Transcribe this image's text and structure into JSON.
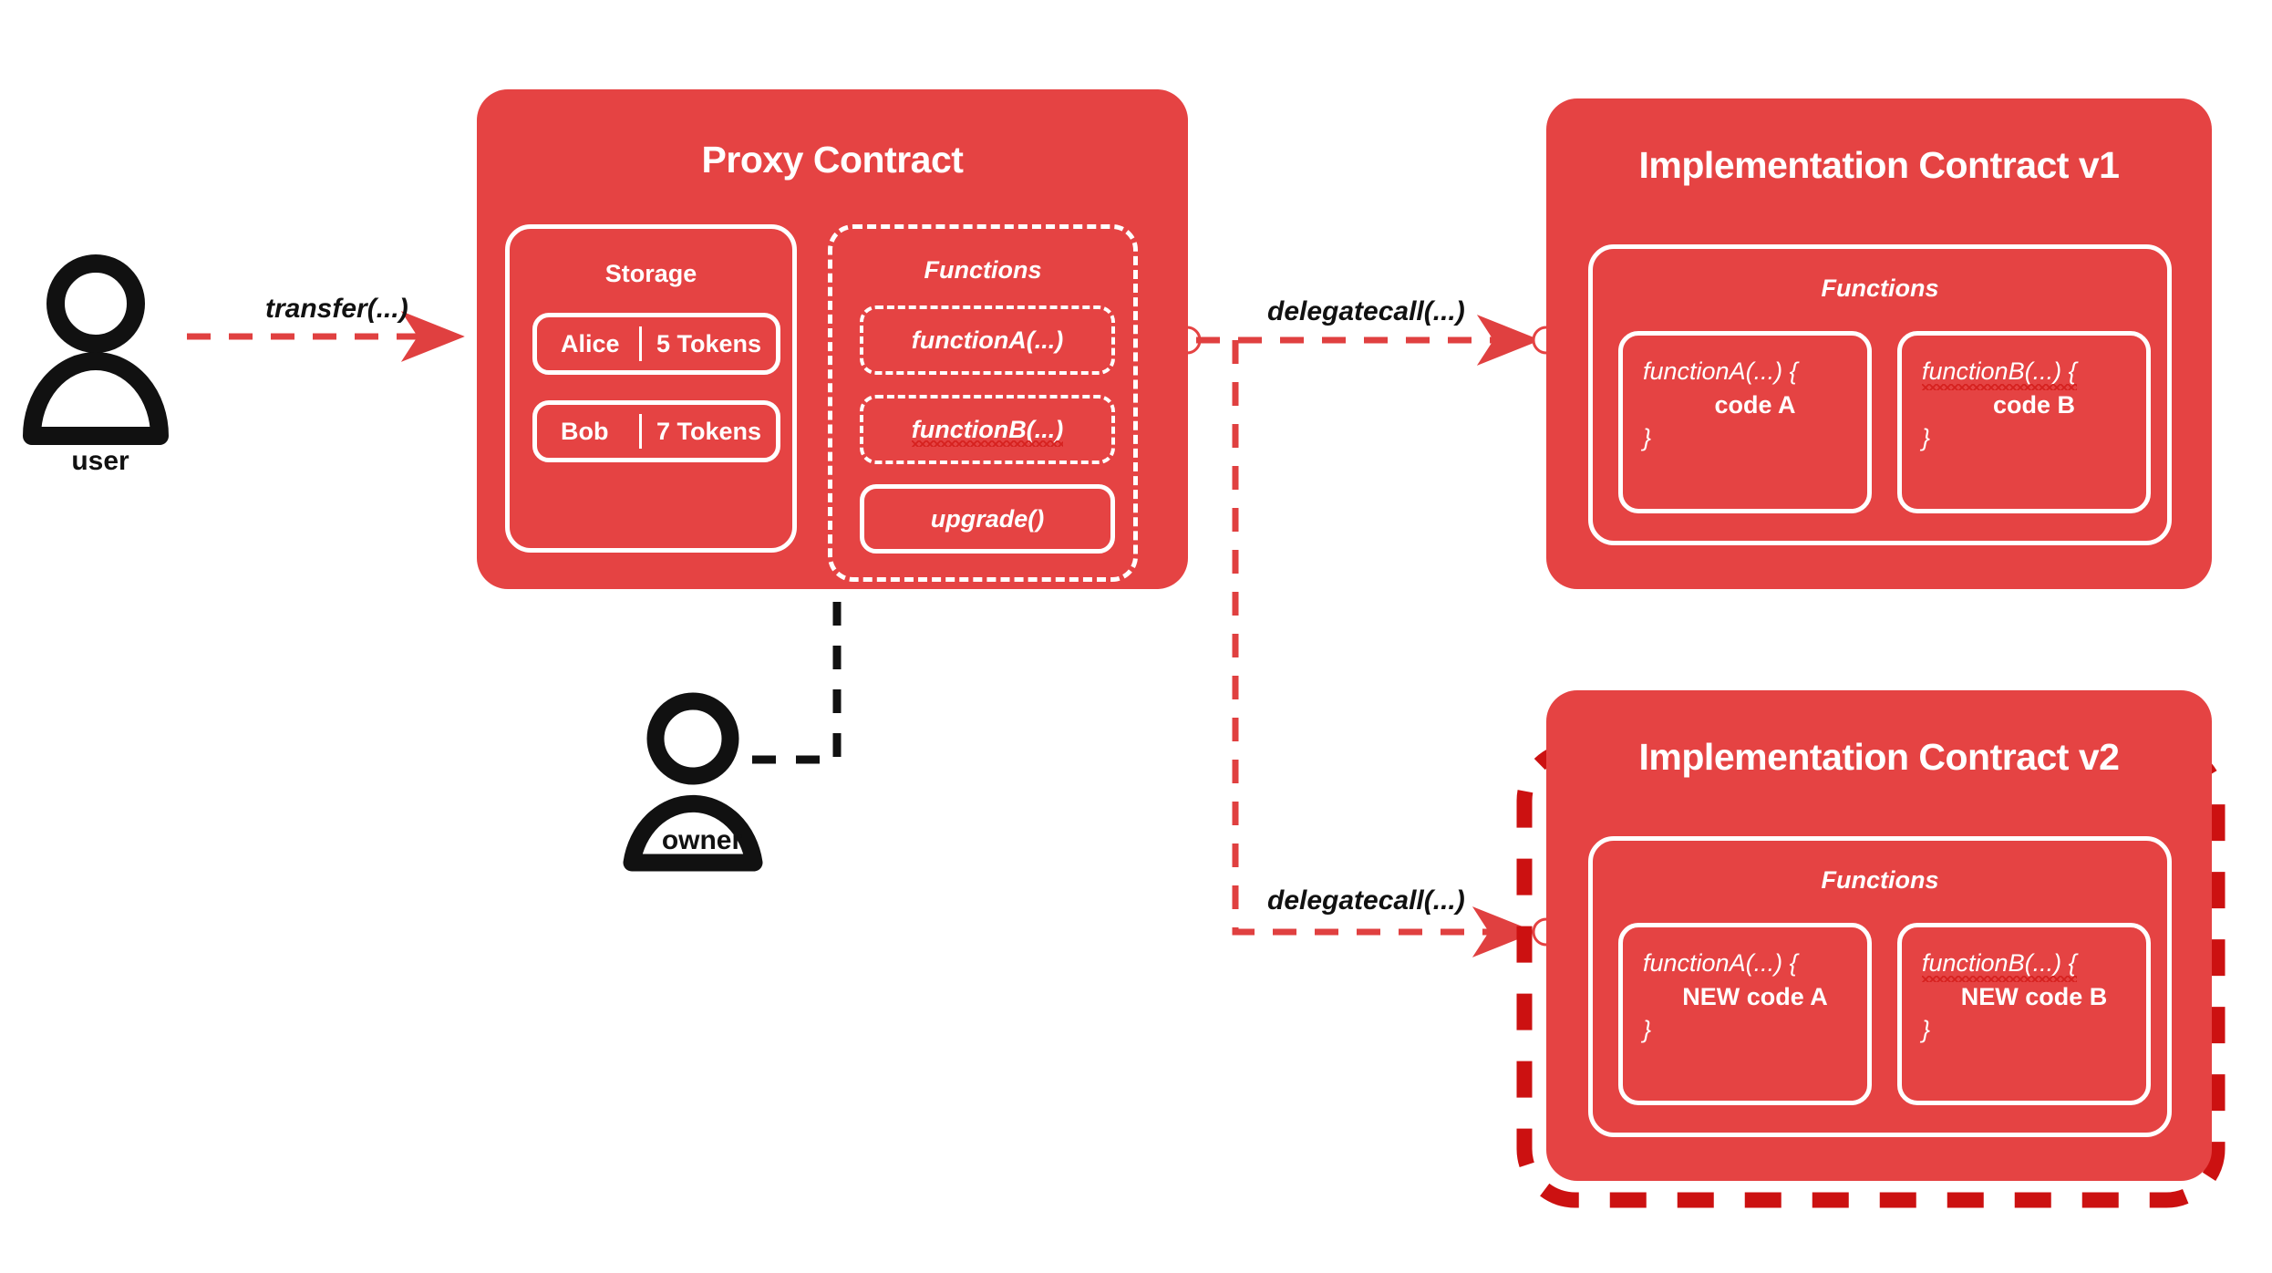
{
  "meta": {
    "title": "Upgradeable Proxy Contract Pattern",
    "colors": {
      "card_red": "#E54343",
      "highlight_red": "#CC1111",
      "arrow_red": "#E04040",
      "black": "#111111",
      "white": "#FFFFFF",
      "background": "#FFFFFF"
    }
  },
  "actors": [
    {
      "id": "user",
      "label": "user"
    },
    {
      "id": "owner",
      "label": "owner"
    }
  ],
  "edges": [
    {
      "id": "transfer",
      "label": "transfer(...)",
      "from": "user",
      "to": "proxy",
      "style": "dashed-red"
    },
    {
      "id": "delegatecall1",
      "label": "delegatecall(...)",
      "from": "proxy",
      "to": "impl_v1",
      "style": "dashed-red"
    },
    {
      "id": "delegatecall2",
      "label": "delegatecall(...)",
      "from": "proxy",
      "to": "impl_v2",
      "style": "dashed-red"
    },
    {
      "id": "upgrade",
      "label": "",
      "from": "owner",
      "to": "upgrade",
      "style": "dashed-black"
    }
  ],
  "proxy": {
    "title": "Proxy Contract",
    "storage": {
      "title": "Storage",
      "columns": [
        "account",
        "balance"
      ],
      "rows": [
        {
          "account": "Alice",
          "balance": "5 Tokens"
        },
        {
          "account": "Bob",
          "balance": "7 Tokens"
        }
      ]
    },
    "functions": {
      "title": "Functions",
      "items": [
        {
          "label": "functionA(...)",
          "style": "dashed",
          "misspelled": false
        },
        {
          "label": "functionB(...)",
          "style": "dashed",
          "misspelled": true
        },
        {
          "label": "upgrade()",
          "style": "solid",
          "misspelled": false
        }
      ]
    }
  },
  "impl_v1": {
    "title": "Implementation Contract v1",
    "functions": {
      "title": "Functions",
      "items": [
        {
          "sig": "functionA(...) {",
          "body": "code A",
          "close": "}",
          "misspelled": false
        },
        {
          "sig": "functionB(...) {",
          "body": "code B",
          "close": "}",
          "misspelled": true
        }
      ]
    }
  },
  "impl_v2": {
    "title": "Implementation Contract v2",
    "highlighted": true,
    "functions": {
      "title": "Functions",
      "items": [
        {
          "sig": "functionA(...) {",
          "body": "NEW code A",
          "close": "}",
          "misspelled": false
        },
        {
          "sig": "functionB(...) {",
          "body": "NEW code B",
          "close": "}",
          "misspelled": true
        }
      ]
    }
  }
}
